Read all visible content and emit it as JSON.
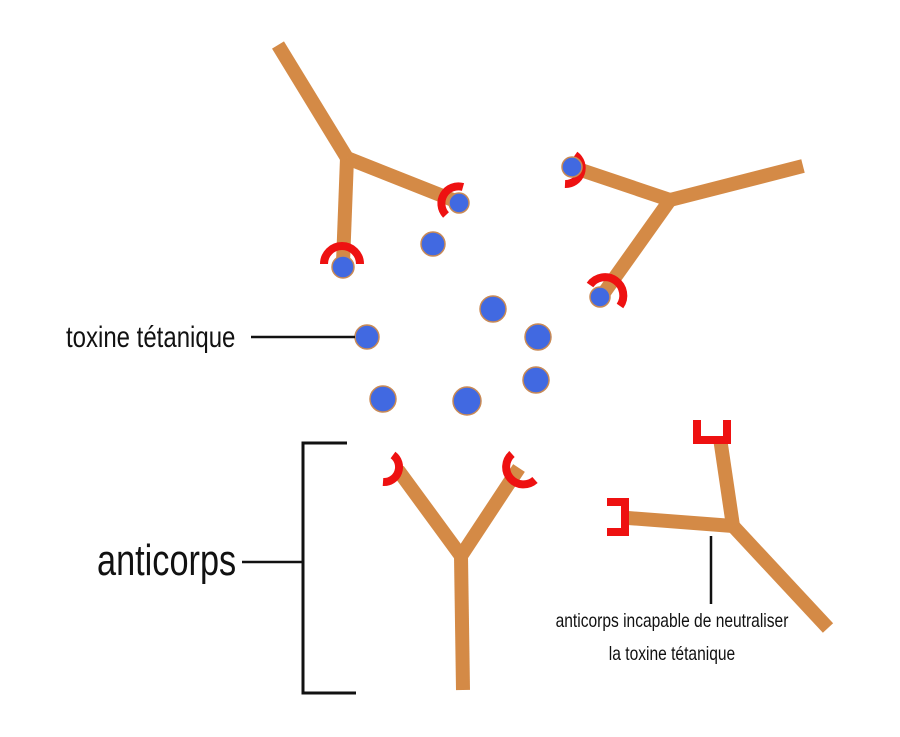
{
  "labels": {
    "toxin": "toxine tétanique",
    "antibody": "anticorps",
    "incapable_line1": "anticorps incapable de neutraliser",
    "incapable_line2": "la toxine tétanique"
  },
  "colors": {
    "antibody": "#d48a46",
    "binding_site": "#ee1111",
    "toxin_fill": "#4169e1",
    "toxin_stroke": "#c98a55",
    "line": "#111111",
    "background": "#ffffff"
  }
}
